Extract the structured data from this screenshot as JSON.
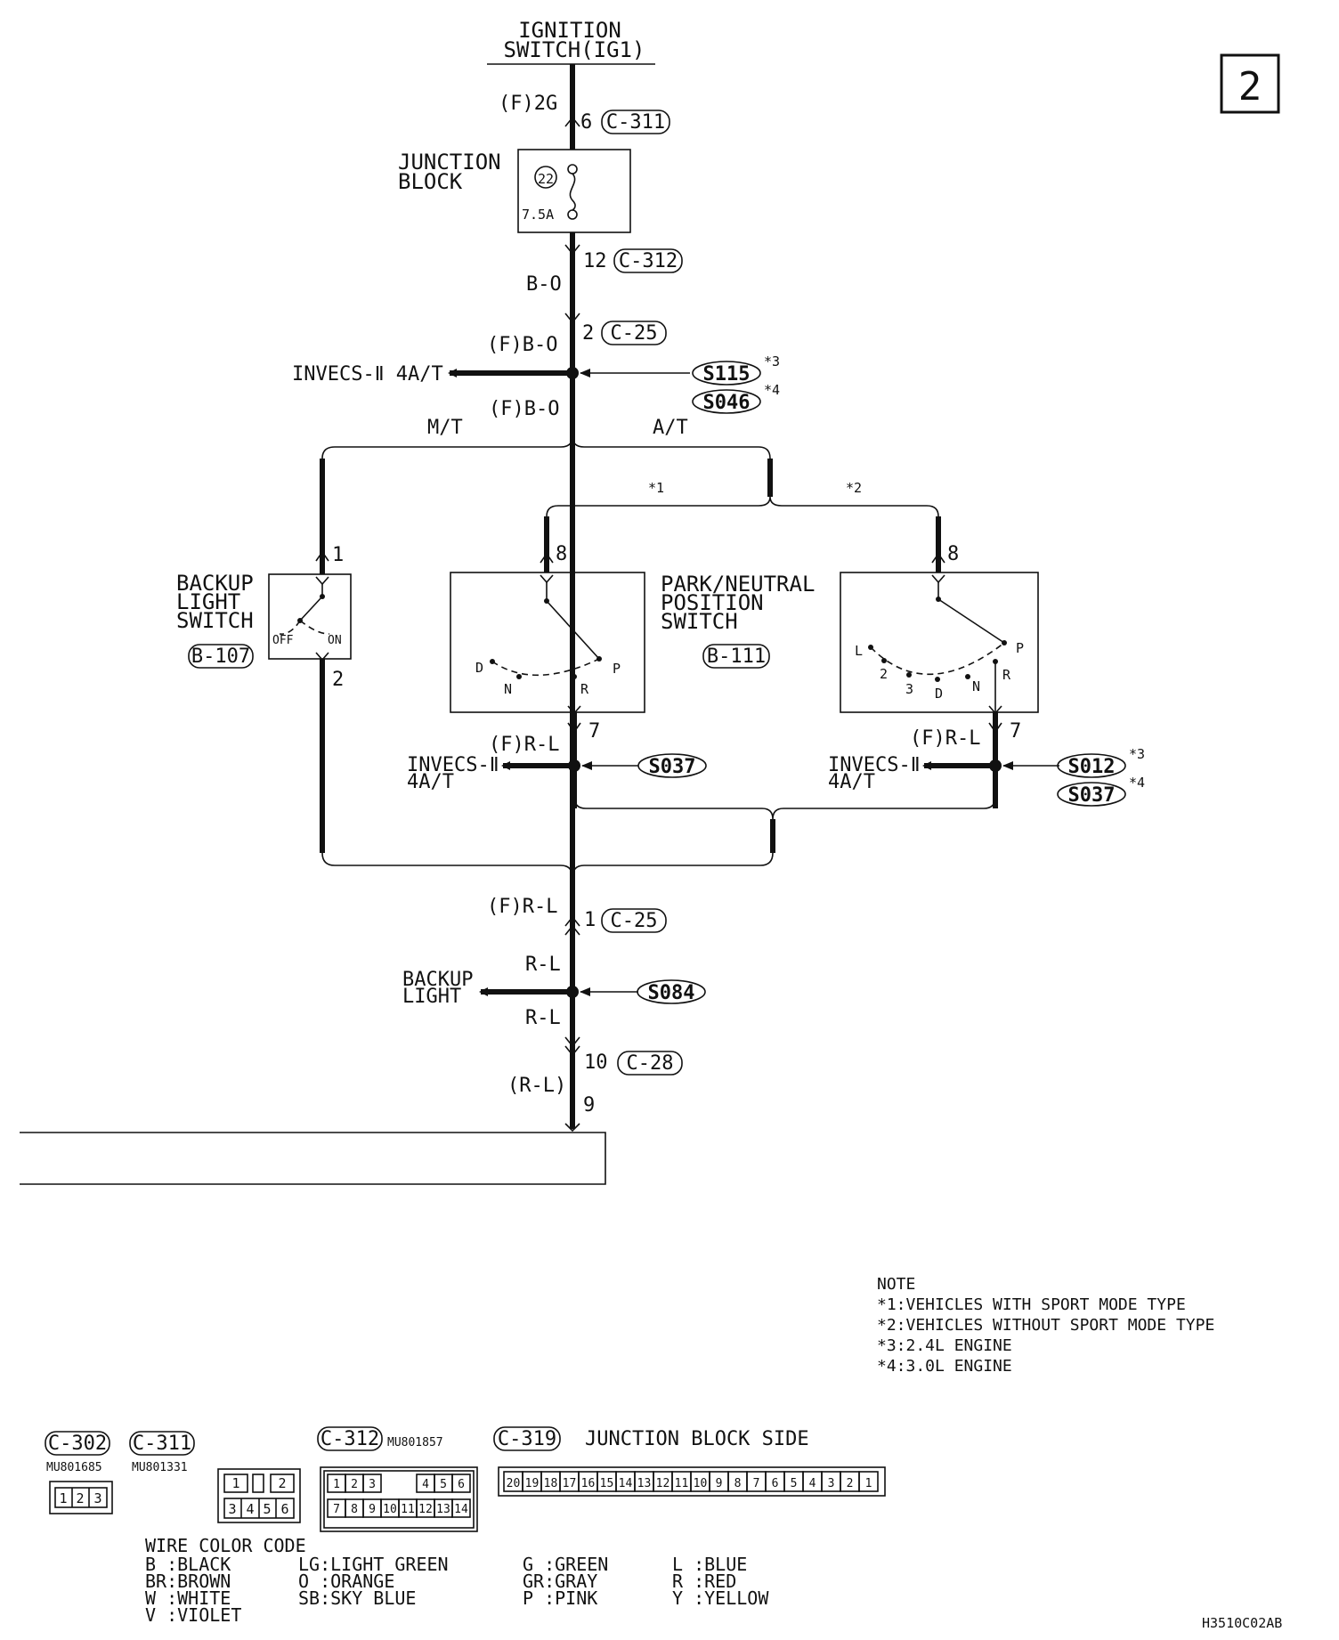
{
  "page_number": "2",
  "drawing_code": "H3510C02AB",
  "ignition": {
    "line1": "IGNITION",
    "line2": "SWITCH(IG1)",
    "wire": "(F)2G",
    "pin": "6",
    "conn": "C-311"
  },
  "junction": {
    "line1": "JUNCTION",
    "line2": "BLOCK",
    "fuse_no": "22",
    "fuse_rating": "7.5A"
  },
  "c312": {
    "pin": "12",
    "conn": "C-312",
    "wire": "B-O"
  },
  "c25_top": {
    "pin": "2",
    "conn": "C-25",
    "wire": "(F)B-O"
  },
  "invecs_top": "INVECS-Ⅱ 4A/T",
  "splices_top": [
    {
      "id": "S115",
      "note": "*3"
    },
    {
      "id": "S046",
      "note": "*4"
    }
  ],
  "below_splice_wire": "(F)B-O",
  "branch_mt": "M/T",
  "branch_at": "A/T",
  "variant1": "*1",
  "variant2": "*2",
  "backup_switch": {
    "line1": "BACKUP",
    "line2": "LIGHT",
    "line3": "SWITCH",
    "conn": "B-107",
    "pin_in": "1",
    "pin_out": "2",
    "off": "OFF",
    "on": "ON"
  },
  "pn_switch": {
    "line1": "PARK/NEUTRAL",
    "line2": "POSITION",
    "line3": "SWITCH",
    "conn": "B-111"
  },
  "pn_left": {
    "pin_in": "8",
    "pin_out": "7",
    "pos": [
      "D",
      "N",
      "R",
      "P"
    ],
    "wire": "(F)R-L",
    "invecs_1": "INVECS-Ⅱ",
    "invecs_2": "4A/T",
    "splice": "S037"
  },
  "pn_right": {
    "pin_in": "8",
    "pin_out": "7",
    "pos": [
      "L",
      "2",
      "3",
      "D",
      "N",
      "R",
      "P"
    ],
    "wire": "(F)R-L",
    "invecs_1": "INVECS-Ⅱ",
    "invecs_2": "4A/T",
    "splices": [
      {
        "id": "S012",
        "note": "*3"
      },
      {
        "id": "S037",
        "note": "*4"
      }
    ]
  },
  "c25_bottom": {
    "pin": "1",
    "conn": "C-25",
    "wire": "(F)R-L"
  },
  "backup_light": {
    "line1": "BACKUP",
    "line2": "LIGHT",
    "wire_above": "R-L",
    "wire_below": "R-L",
    "splice": "S084"
  },
  "c28": {
    "pin": "10",
    "conn": "C-28",
    "wire": "(R-L)",
    "pin_end": "9"
  },
  "notes": {
    "title": "NOTE",
    "items": [
      "*1:VEHICLES WITH SPORT MODE TYPE",
      "*2:VEHICLES WITHOUT SPORT MODE TYPE",
      "*3:2.4L ENGINE",
      "*4:3.0L ENGINE"
    ]
  },
  "connectors": {
    "c302": {
      "id": "C-302",
      "part": "MU801685",
      "pins": [
        "1",
        "2",
        "3"
      ]
    },
    "c311": {
      "id": "C-311",
      "part": "MU801331",
      "pins_top": [
        "1",
        "",
        "2"
      ],
      "pins_bottom": [
        "3",
        "4",
        "5",
        "6"
      ]
    },
    "c312": {
      "id": "C-312",
      "part": "MU801857",
      "pins_top": [
        "1",
        "2",
        "3",
        "4",
        "5",
        "6"
      ],
      "pins_bottom": [
        "7",
        "8",
        "9",
        "10",
        "11",
        "12",
        "13",
        "14"
      ]
    },
    "c319": {
      "id": "C-319",
      "title": "JUNCTION BLOCK SIDE",
      "pins": [
        "20",
        "19",
        "18",
        "17",
        "16",
        "15",
        "14",
        "13",
        "12",
        "11",
        "10",
        "9",
        "8",
        "7",
        "6",
        "5",
        "4",
        "3",
        "2",
        "1"
      ]
    }
  },
  "wire_colors": {
    "title": "WIRE COLOR CODE",
    "columns": [
      [
        "B :BLACK",
        "BR:BROWN",
        "W :WHITE",
        "V :VIOLET"
      ],
      [
        "LG:LIGHT GREEN",
        "O :ORANGE",
        "SB:SKY BLUE"
      ],
      [
        "G :GREEN",
        "GR:GRAY",
        "P :PINK"
      ],
      [
        "L :BLUE",
        "R :RED",
        "Y :YELLOW"
      ]
    ]
  }
}
